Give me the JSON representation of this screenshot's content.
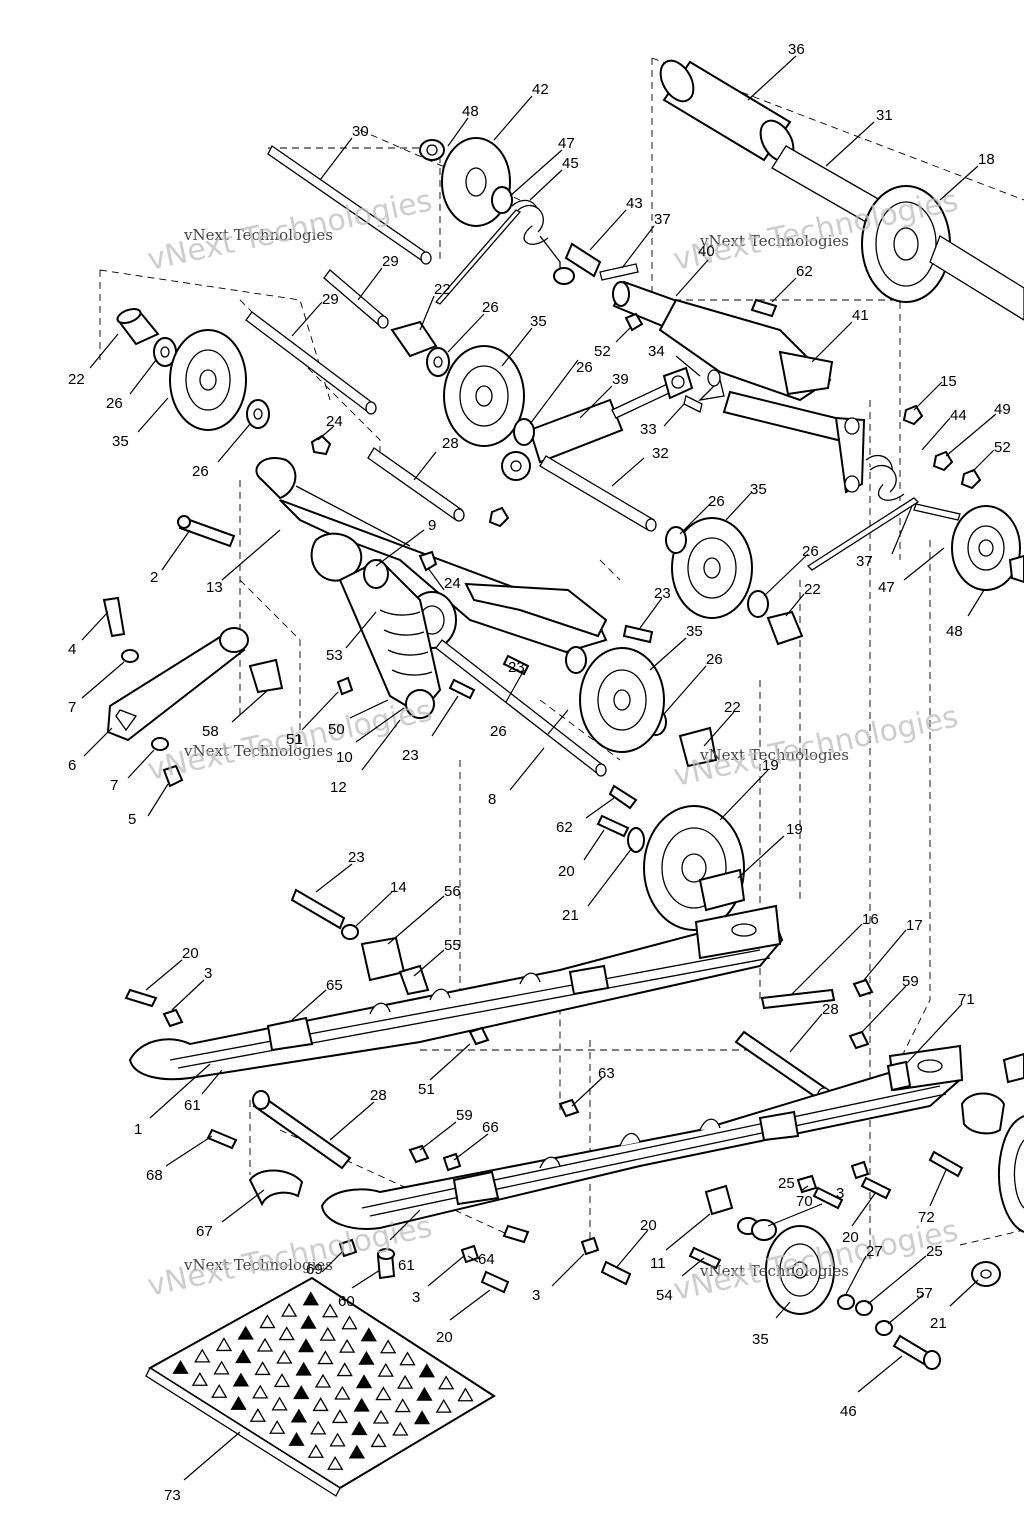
{
  "watermark": {
    "brand_small": "vNext Technologies",
    "brand_large": "vNext Technologies"
  },
  "callouts": {
    "c1": "1",
    "c2": "2",
    "c3": "3",
    "c4": "4",
    "c5": "5",
    "c6": "6",
    "c7": "7",
    "c8": "8",
    "c9": "9",
    "c10": "10",
    "c11": "11",
    "c12": "12",
    "c13": "13",
    "c14": "14",
    "c15": "15",
    "c16": "16",
    "c17": "17",
    "c18": "18",
    "c19": "19",
    "c20": "20",
    "c21": "21",
    "c22": "22",
    "c23": "23",
    "c24": "24",
    "c25": "25",
    "c26": "26",
    "c27": "27",
    "c28": "28",
    "c29": "29",
    "c30": "30",
    "c31": "31",
    "c32": "32",
    "c33": "33",
    "c34": "34",
    "c35": "35",
    "c36": "36",
    "c37": "37",
    "c39": "39",
    "c40": "40",
    "c41": "41",
    "c42": "42",
    "c43": "43",
    "c44": "44",
    "c45": "45",
    "c46": "46",
    "c47": "47",
    "c48": "48",
    "c49": "49",
    "c50": "50",
    "c51": "51",
    "c52": "52",
    "c53": "53",
    "c54": "54",
    "c55": "55",
    "c56": "56",
    "c57": "57",
    "c58": "58",
    "c59": "59",
    "c60": "60",
    "c61": "61",
    "c62": "62",
    "c63": "63",
    "c64": "64",
    "c65": "65",
    "c66": "66",
    "c67": "67",
    "c68": "68",
    "c69": "69",
    "c70": "70",
    "c71": "71",
    "c72": "72",
    "c73": "73"
  }
}
